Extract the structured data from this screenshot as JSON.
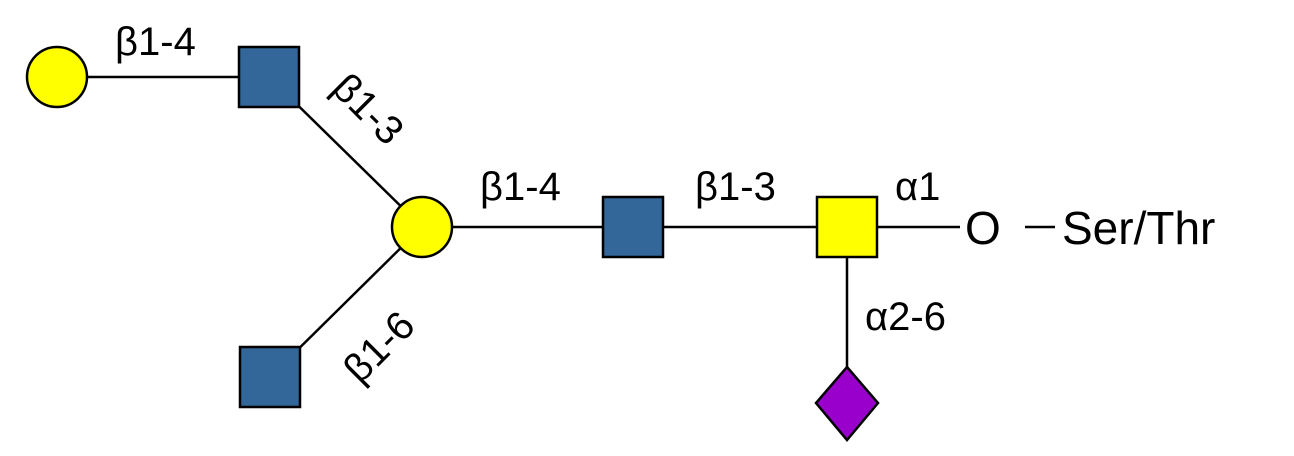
{
  "colors": {
    "galactose": "#FFFF00",
    "glcnac": "#336699",
    "galnac": "#FFFF00",
    "sialic_acid": "#9900CC",
    "line": "#000000"
  },
  "residues": [
    {
      "id": "gal-terminal",
      "shape": "circle",
      "type": "Gal"
    },
    {
      "id": "glcnac-upper",
      "shape": "square",
      "type": "GlcNAc"
    },
    {
      "id": "gal-branch",
      "shape": "circle",
      "type": "Gal"
    },
    {
      "id": "glcnac-lower",
      "shape": "square",
      "type": "GlcNAc"
    },
    {
      "id": "glcnac-core",
      "shape": "square",
      "type": "GlcNAc"
    },
    {
      "id": "galnac-core",
      "shape": "square",
      "type": "GalNAc"
    },
    {
      "id": "sialic-acid",
      "shape": "diamond",
      "type": "Neu5Ac"
    }
  ],
  "linkages": {
    "gal_glcnac_upper": "β1-4",
    "glcnac_upper_gal": "β1-3",
    "glcnac_lower_gal": "β1-6",
    "gal_glcnac_core": "β1-4",
    "glcnac_galnac": "β1-3",
    "galnac_o": "α1",
    "sia_galnac": "α2-6"
  },
  "aglycone": {
    "oxygen": "O",
    "amino_acid": "Ser/Thr"
  }
}
